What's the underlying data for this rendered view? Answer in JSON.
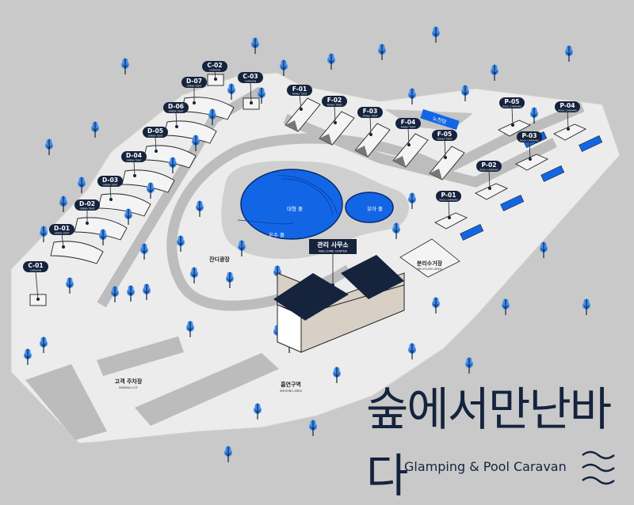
{
  "map": {
    "title": "숲에서만난바다",
    "subtitle": "Glamping & Pool Caravan",
    "colors": {
      "background": "#c9c9c9",
      "ground": "#ececec",
      "path": "#bdbdbd",
      "water": "#1266e6",
      "label": "#15233d",
      "tree": "#3d8ef0"
    },
    "units": [
      {
        "code": "C-01",
        "type": "CARAVAN"
      },
      {
        "code": "C-02",
        "type": "CARAVAN"
      },
      {
        "code": "C-03",
        "type": "CARAVAN"
      },
      {
        "code": "D-01",
        "type": "OPERA TENT"
      },
      {
        "code": "D-02",
        "type": "OPERA TENT"
      },
      {
        "code": "D-03",
        "type": "OPERA TENT"
      },
      {
        "code": "D-04",
        "type": "OPERA TENT"
      },
      {
        "code": "D-05",
        "type": "OPERA TENT"
      },
      {
        "code": "D-06",
        "type": "OPERA TENT"
      },
      {
        "code": "D-07",
        "type": "OPERA TENT"
      },
      {
        "code": "F-01",
        "type": "FAMILY TENT"
      },
      {
        "code": "F-02",
        "type": "FAMILY TENT"
      },
      {
        "code": "F-03",
        "type": "FAMILY TENT"
      },
      {
        "code": "F-04",
        "type": "FAMILY TENT"
      },
      {
        "code": "F-05",
        "type": "FAMILY TENT"
      },
      {
        "code": "P-01",
        "type": "POOL CARAVAN"
      },
      {
        "code": "P-02",
        "type": "POOL CARAVAN"
      },
      {
        "code": "P-03",
        "type": "POOL CARAVAN"
      },
      {
        "code": "P-04",
        "type": "POOL CARAVAN"
      },
      {
        "code": "P-05",
        "type": "POOL CARAVAN"
      }
    ],
    "facilities": {
      "big_pool": "대형 풀",
      "kids_pool": "유아 풀",
      "hot_pool": "온수 풀",
      "open_bath": "노천탕",
      "lawn": "잔디광장",
      "welcome_ko": "관리 사무소",
      "welcome_en": "WELCOME CENTER",
      "recycling_ko": "분리수거장",
      "recycling_en": "RECYCLING AREA",
      "parking_ko": "고객 주차장",
      "parking_en": "PARKING LOT",
      "smoking_ko": "흡연구역",
      "smoking_en": "SMOKING AREA"
    }
  }
}
